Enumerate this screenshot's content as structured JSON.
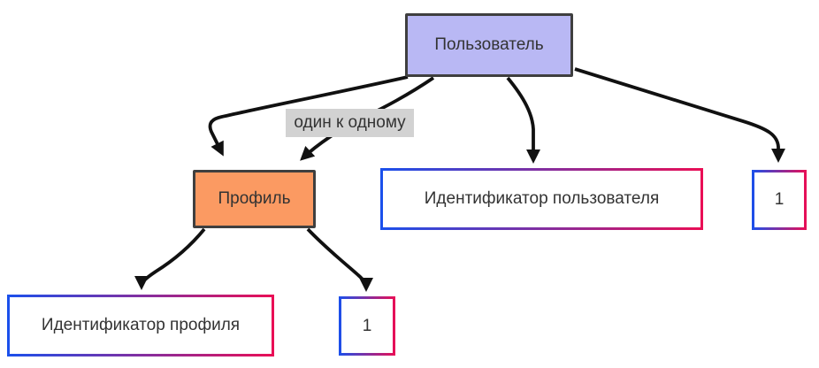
{
  "diagram": {
    "nodes": {
      "user": {
        "label": "Пользователь"
      },
      "profile": {
        "label": "Профиль"
      },
      "user_id": {
        "label": "Идентификатор пользователя"
      },
      "user_one": {
        "label": "1"
      },
      "profile_id": {
        "label": "Идентификатор профиля"
      },
      "profile_one": {
        "label": "1"
      }
    },
    "edge_labels": {
      "one_to_one": "один к одному"
    },
    "colors": {
      "user_fill": "#b9b8f4",
      "profile_fill": "#fb9a62",
      "entity_border": "#3f3f3f",
      "attr_border_start": "#1a50ec",
      "attr_border_end": "#ea0e55",
      "attr_fill": "#ffffff",
      "edge_color": "#111111",
      "edge_label_bg": "#d2d2d2",
      "text_color": "#333333"
    }
  }
}
